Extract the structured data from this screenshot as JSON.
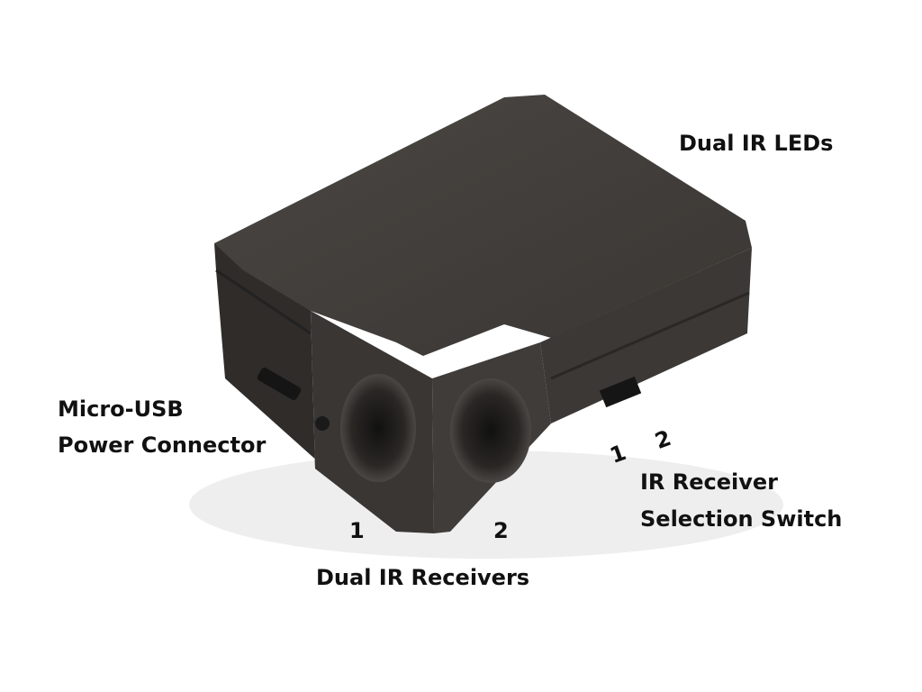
{
  "labels": {
    "leds": "Dual IR LEDs",
    "usb_line1": "Micro-USB",
    "usb_line2": "Power Connector",
    "receiver_1": "1",
    "receiver_2": "2",
    "receivers": "Dual IR Receivers",
    "switch_1": "1",
    "switch_2": "2",
    "switch_line1": "IR Receiver",
    "switch_line2": "Selection Switch"
  },
  "colors": {
    "device": "#3f3b38",
    "text": "#111111"
  }
}
